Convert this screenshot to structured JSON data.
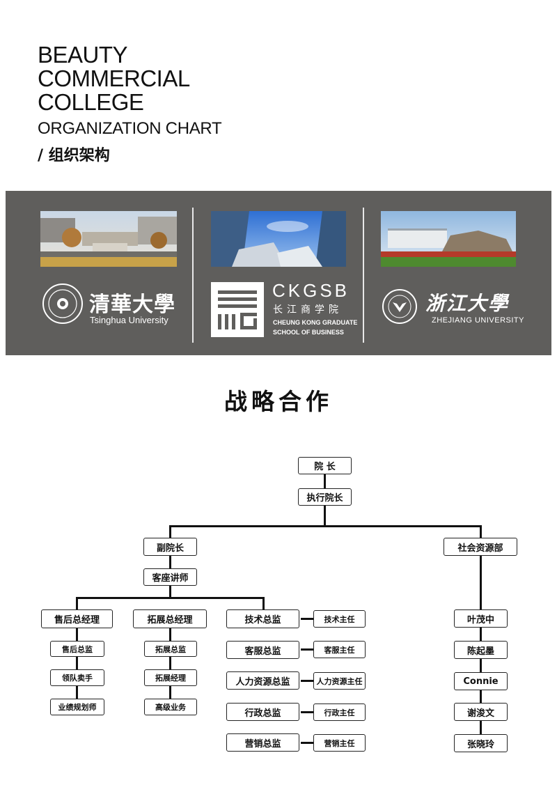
{
  "header": {
    "title_lines": [
      "BEAUTY",
      "COMMERCIAL",
      "COLLEGE"
    ],
    "subtitle": "ORGANIZATION CHART",
    "subtitle_cn": "/ 组织架构"
  },
  "partners": [
    {
      "logo_cn": "清華大學",
      "logo_en": "Tsinghua University"
    },
    {
      "logo_title": "CKGSB",
      "logo_cn": "长江商学院",
      "logo_en_1": "CHEUNG KONG GRADUATE",
      "logo_en_2": "SCHOOL OF BUSINESS"
    },
    {
      "logo_cn": "浙江大學",
      "logo_en": "ZHEJIANG UNIVERSITY"
    }
  ],
  "section_title": "战略合作",
  "org": {
    "dean": "院 长",
    "exec_dean": "执行院长",
    "vice_dean": "副院长",
    "social": "社会资源部",
    "guest_lecturer": "客座讲师",
    "after_sales_gm": "售后总经理",
    "expansion_gm": "拓展总经理",
    "after_sales": [
      "售后总监",
      "领队卖手",
      "业绩规划师"
    ],
    "expansion": [
      "拓展总监",
      "拓展经理",
      "高级业务"
    ],
    "directors": [
      "技术总监",
      "客服总监",
      "人力资源总监",
      "行政总监",
      "营销总监"
    ],
    "supervisors": [
      "技术主任",
      "客服主任",
      "人力资源主任",
      "行政主任",
      "营销主任"
    ],
    "social_members": [
      "叶茂中",
      "陈起墨",
      "Connie",
      "谢浚文",
      "张晓玲"
    ]
  }
}
